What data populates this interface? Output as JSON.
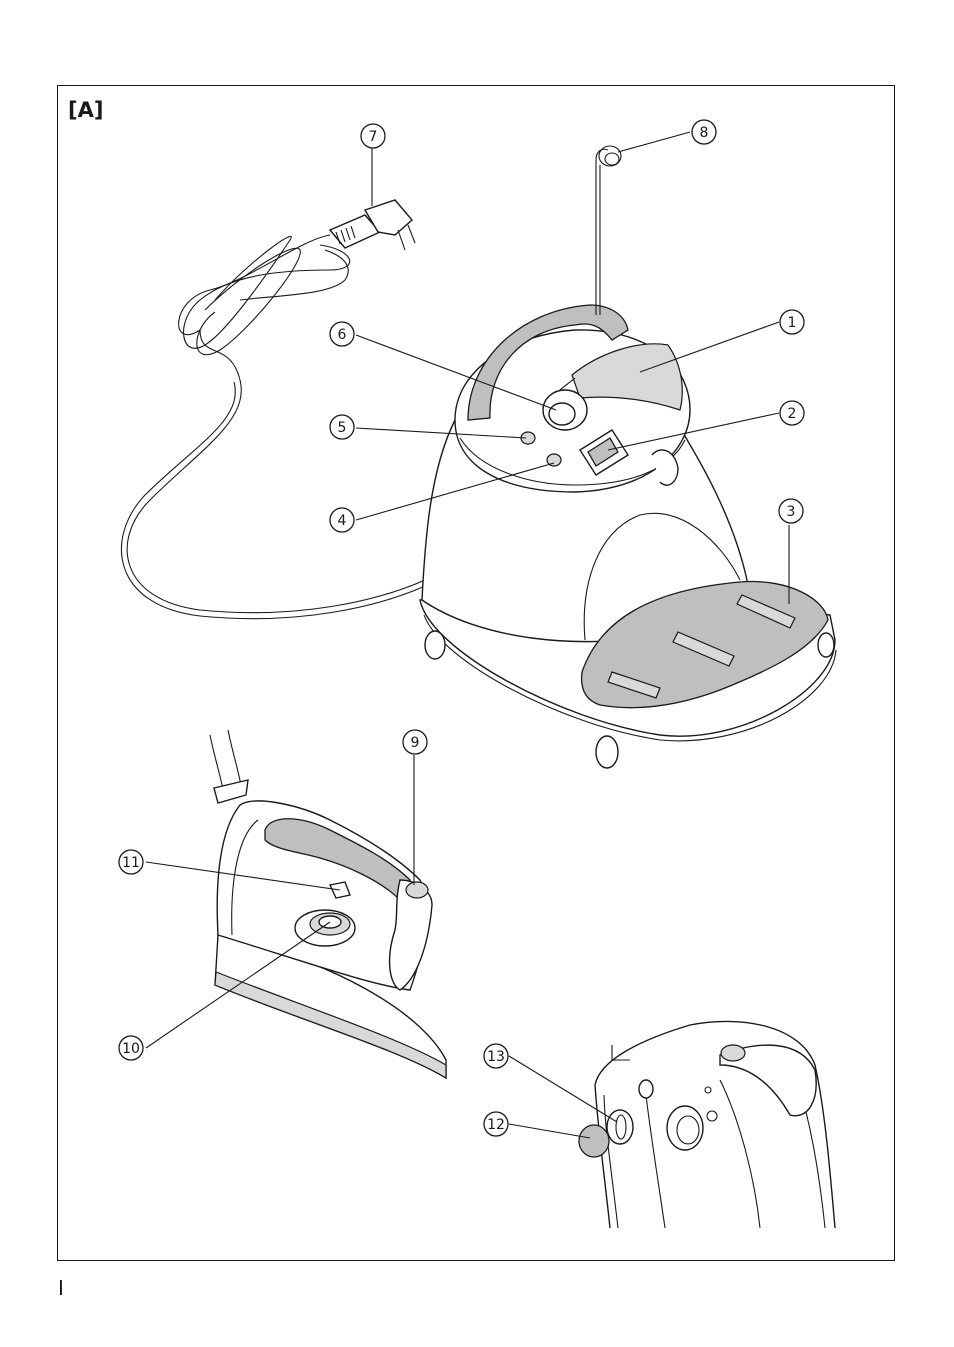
{
  "figure_label": "[A]",
  "page_mark": "I",
  "callouts": [
    {
      "id": "1",
      "text": "1"
    },
    {
      "id": "2",
      "text": "2"
    },
    {
      "id": "3",
      "text": "3"
    },
    {
      "id": "4",
      "text": "4"
    },
    {
      "id": "5",
      "text": "5"
    },
    {
      "id": "6",
      "text": "6"
    },
    {
      "id": "7",
      "text": "7"
    },
    {
      "id": "8",
      "text": "8"
    },
    {
      "id": "9",
      "text": "9"
    },
    {
      "id": "10",
      "text": "10"
    },
    {
      "id": "11",
      "text": "11"
    },
    {
      "id": "12",
      "text": "12"
    },
    {
      "id": "13",
      "text": "13"
    }
  ]
}
